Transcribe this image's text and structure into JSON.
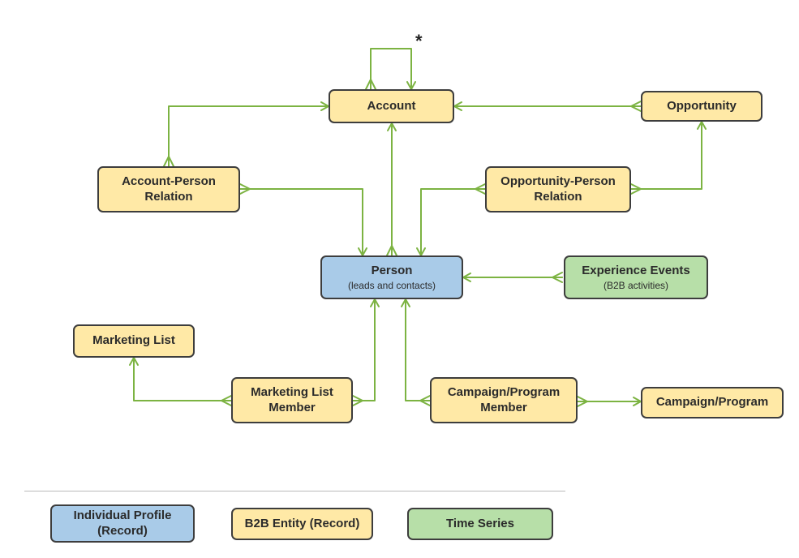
{
  "diagram": {
    "nodes": {
      "account": {
        "label": "Account",
        "type": "b2b-entity"
      },
      "opportunity": {
        "label": "Opportunity",
        "type": "b2b-entity"
      },
      "account_person_relation": {
        "label": "Account-Person\nRelation",
        "type": "b2b-entity"
      },
      "opportunity_person_relation": {
        "label": "Opportunity-Person\nRelation",
        "type": "b2b-entity"
      },
      "person": {
        "label": "Person",
        "sublabel": "(leads and contacts)",
        "type": "individual-profile"
      },
      "experience_events": {
        "label": "Experience Events",
        "sublabel": "(B2B activities)",
        "type": "time-series"
      },
      "marketing_list": {
        "label": "Marketing List",
        "type": "b2b-entity"
      },
      "marketing_list_member": {
        "label": "Marketing List\nMember",
        "type": "b2b-entity"
      },
      "campaign_program_member": {
        "label": "Campaign/Program\nMember",
        "type": "b2b-entity"
      },
      "campaign_program": {
        "label": "Campaign/Program",
        "type": "b2b-entity"
      }
    },
    "annotations": {
      "account_self_loop_cardinality": "*"
    },
    "relationships": [
      {
        "from": "account",
        "to": "account",
        "many_end": "account",
        "label": "*"
      },
      {
        "from": "opportunity",
        "to": "account",
        "many_end": "opportunity"
      },
      {
        "from": "account_person_relation",
        "to": "account",
        "many_end": "account_person_relation"
      },
      {
        "from": "account_person_relation",
        "to": "person",
        "many_end": "account_person_relation"
      },
      {
        "from": "person",
        "to": "account",
        "many_end": "person"
      },
      {
        "from": "opportunity_person_relation",
        "to": "person",
        "many_end": "opportunity_person_relation"
      },
      {
        "from": "opportunity_person_relation",
        "to": "opportunity",
        "many_end": "opportunity_person_relation"
      },
      {
        "from": "experience_events",
        "to": "person",
        "many_end": "experience_events"
      },
      {
        "from": "marketing_list_member",
        "to": "marketing_list",
        "many_end": "marketing_list_member"
      },
      {
        "from": "marketing_list_member",
        "to": "person",
        "many_end": "marketing_list_member"
      },
      {
        "from": "campaign_program_member",
        "to": "person",
        "many_end": "campaign_program_member"
      },
      {
        "from": "campaign_program_member",
        "to": "campaign_program",
        "many_end": "campaign_program_member"
      }
    ],
    "legend": {
      "items": [
        {
          "label": "Individual Profile\n(Record)",
          "type": "individual-profile"
        },
        {
          "label": "B2B Entity (Record)",
          "type": "b2b-entity"
        },
        {
          "label": "Time Series",
          "type": "time-series"
        }
      ]
    },
    "colors": {
      "b2b": "#FFE9A6",
      "profile": "#A9CBE8",
      "timeseries": "#B7DFA8",
      "border": "#3d3d3d",
      "arrow": "#7CB342"
    }
  }
}
